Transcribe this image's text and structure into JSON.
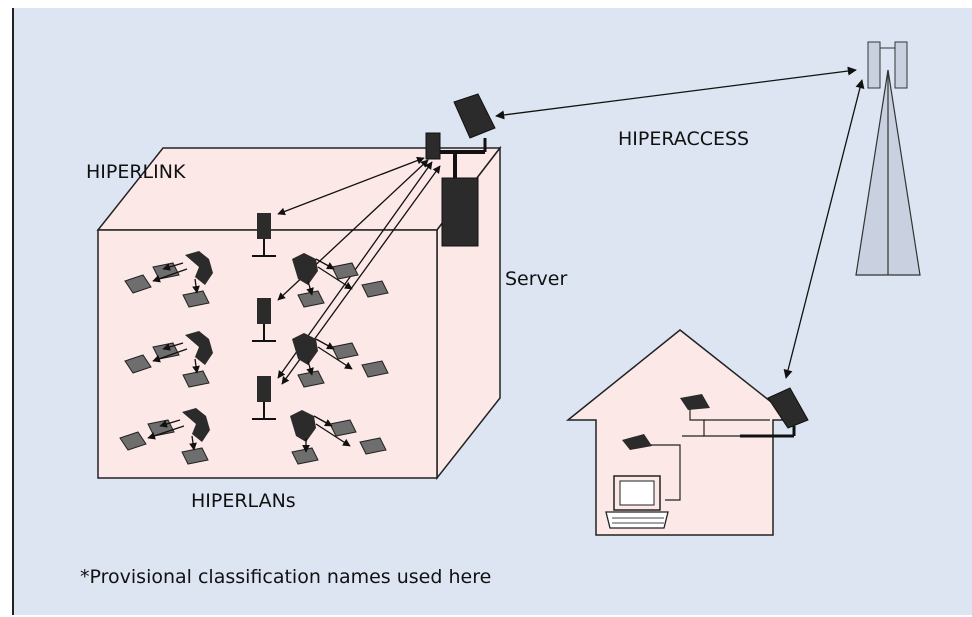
{
  "labels": {
    "hiperlink": "HIPERLINK",
    "hiperaccess": "HIPERACCESS",
    "server": "Server",
    "hiperlans": "HIPERLANs",
    "footnote": "*Provisional classification names used here"
  },
  "colors": {
    "background": "#dde5f3",
    "building_fill": "#fde8e8",
    "device_dark": "#2b2b2b",
    "device_grey": "#6e6e6e",
    "tower_fill": "#c9d0e0"
  },
  "icons": [
    "antenna-icon",
    "server-icon",
    "tower-icon",
    "laptop-icon",
    "terminal-icon",
    "access-point-icon"
  ]
}
